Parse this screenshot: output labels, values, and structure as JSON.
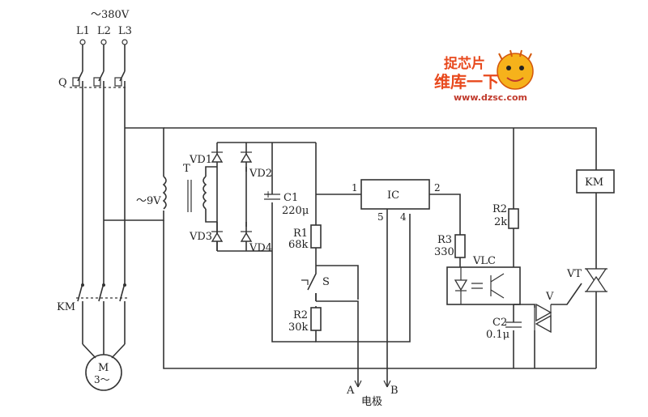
{
  "supply": {
    "voltage": "～380V",
    "phases": [
      "L1",
      "L2",
      "L3"
    ]
  },
  "components": {
    "breaker": "Q",
    "transformer": "T",
    "transformer_secondary": "～9V",
    "diodes": [
      "VD1",
      "VD2",
      "VD3",
      "VD4"
    ],
    "c1": {
      "name": "C1",
      "value": "220μ",
      "polarity": "+"
    },
    "r1": {
      "name": "R1",
      "value": "68k"
    },
    "switch": "S",
    "r2_left": {
      "name": "R2",
      "value": "30k"
    },
    "ic": {
      "name": "IC",
      "pins": [
        "1",
        "2",
        "4",
        "5"
      ]
    },
    "r3": {
      "name": "R3",
      "value": "330"
    },
    "optocoupler": "VLC",
    "r2_right": {
      "name": "R2",
      "value": "2k"
    },
    "c2": {
      "name": "C2",
      "value": "0.1μ"
    },
    "diac": "V",
    "triac": "VT",
    "contactor_coil": "KM",
    "contactor_contacts": "KM",
    "motor": {
      "name": "M",
      "phase": "3～"
    }
  },
  "electrodes": {
    "a": "A",
    "b": "B",
    "label": "电极"
  },
  "watermark": {
    "logo_text": "捉芯片",
    "tagline": "维库一下",
    "url": "www.dzsc.com"
  }
}
